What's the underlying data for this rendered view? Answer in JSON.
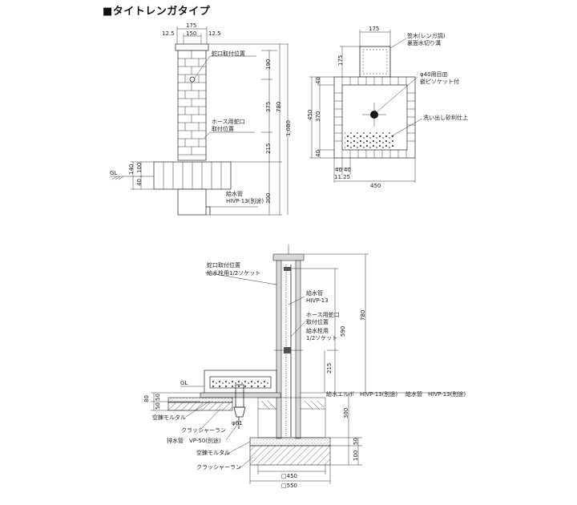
{
  "title": "■タイトレンガタイプ",
  "top_left": {
    "dims_top": [
      "12.5",
      "175",
      "150",
      "12.5"
    ],
    "faucet_pos": "蛇口取付位置",
    "hose_pos_1": "ホース用蛇口",
    "hose_pos_2": "取付位置",
    "gl": "GL",
    "water_pipe_1": "給水管",
    "water_pipe_2": "HIVP-13(別途)",
    "d140": "140",
    "d100": "100",
    "d40": "40",
    "d190": "190",
    "d375": "375",
    "d215": "215",
    "d780": "780",
    "d1080": "1,080",
    "d300": "300"
  },
  "top_right": {
    "d175_top": "175",
    "d175_side": "175",
    "kasagi_1": "笠木(レンガ調)",
    "kasagi_2": "裏面水切り溝",
    "drain_1": "φ40用目皿",
    "drain_2": "嵌ピソケット付",
    "gravel": "洗い出し砂利仕上",
    "d450_side": "450",
    "d40a": "40",
    "d370": "370",
    "d40b": "40",
    "d40c": "40",
    "d40d": "40",
    "d1125": "11.25",
    "d450_bottom": "450"
  },
  "bottom": {
    "faucet_pos": "蛇口取付位置",
    "socket": "給水栓用1/2ソケット",
    "water_pipe": "給水管",
    "hivp": "HIVP-13",
    "hose_1": "ホース用蛇口",
    "hose_2": "取付位置",
    "socket2_1": "給水栓用",
    "socket2_2": "1/2ソケット",
    "d590": "590",
    "d780": "780",
    "d215": "215",
    "gl": "GL",
    "d80": "80",
    "d50a": "50",
    "d50b": "50",
    "elbow": "給水エルボ　HIVP-13(別途)",
    "water_pipe_r": "給水管　HIVP-13(別途)",
    "mortar": "空錬モルタル",
    "crusher": "クラッシャーラン",
    "drain_pipe": "排水管　VP-50(別途)",
    "mortar2": "空錬モルタル",
    "crusher2": "クラッシャーラン",
    "d300": "300",
    "d100": "100",
    "d50c": "50",
    "phi": "φ61",
    "sq450": "□450",
    "sq550": "□550"
  }
}
